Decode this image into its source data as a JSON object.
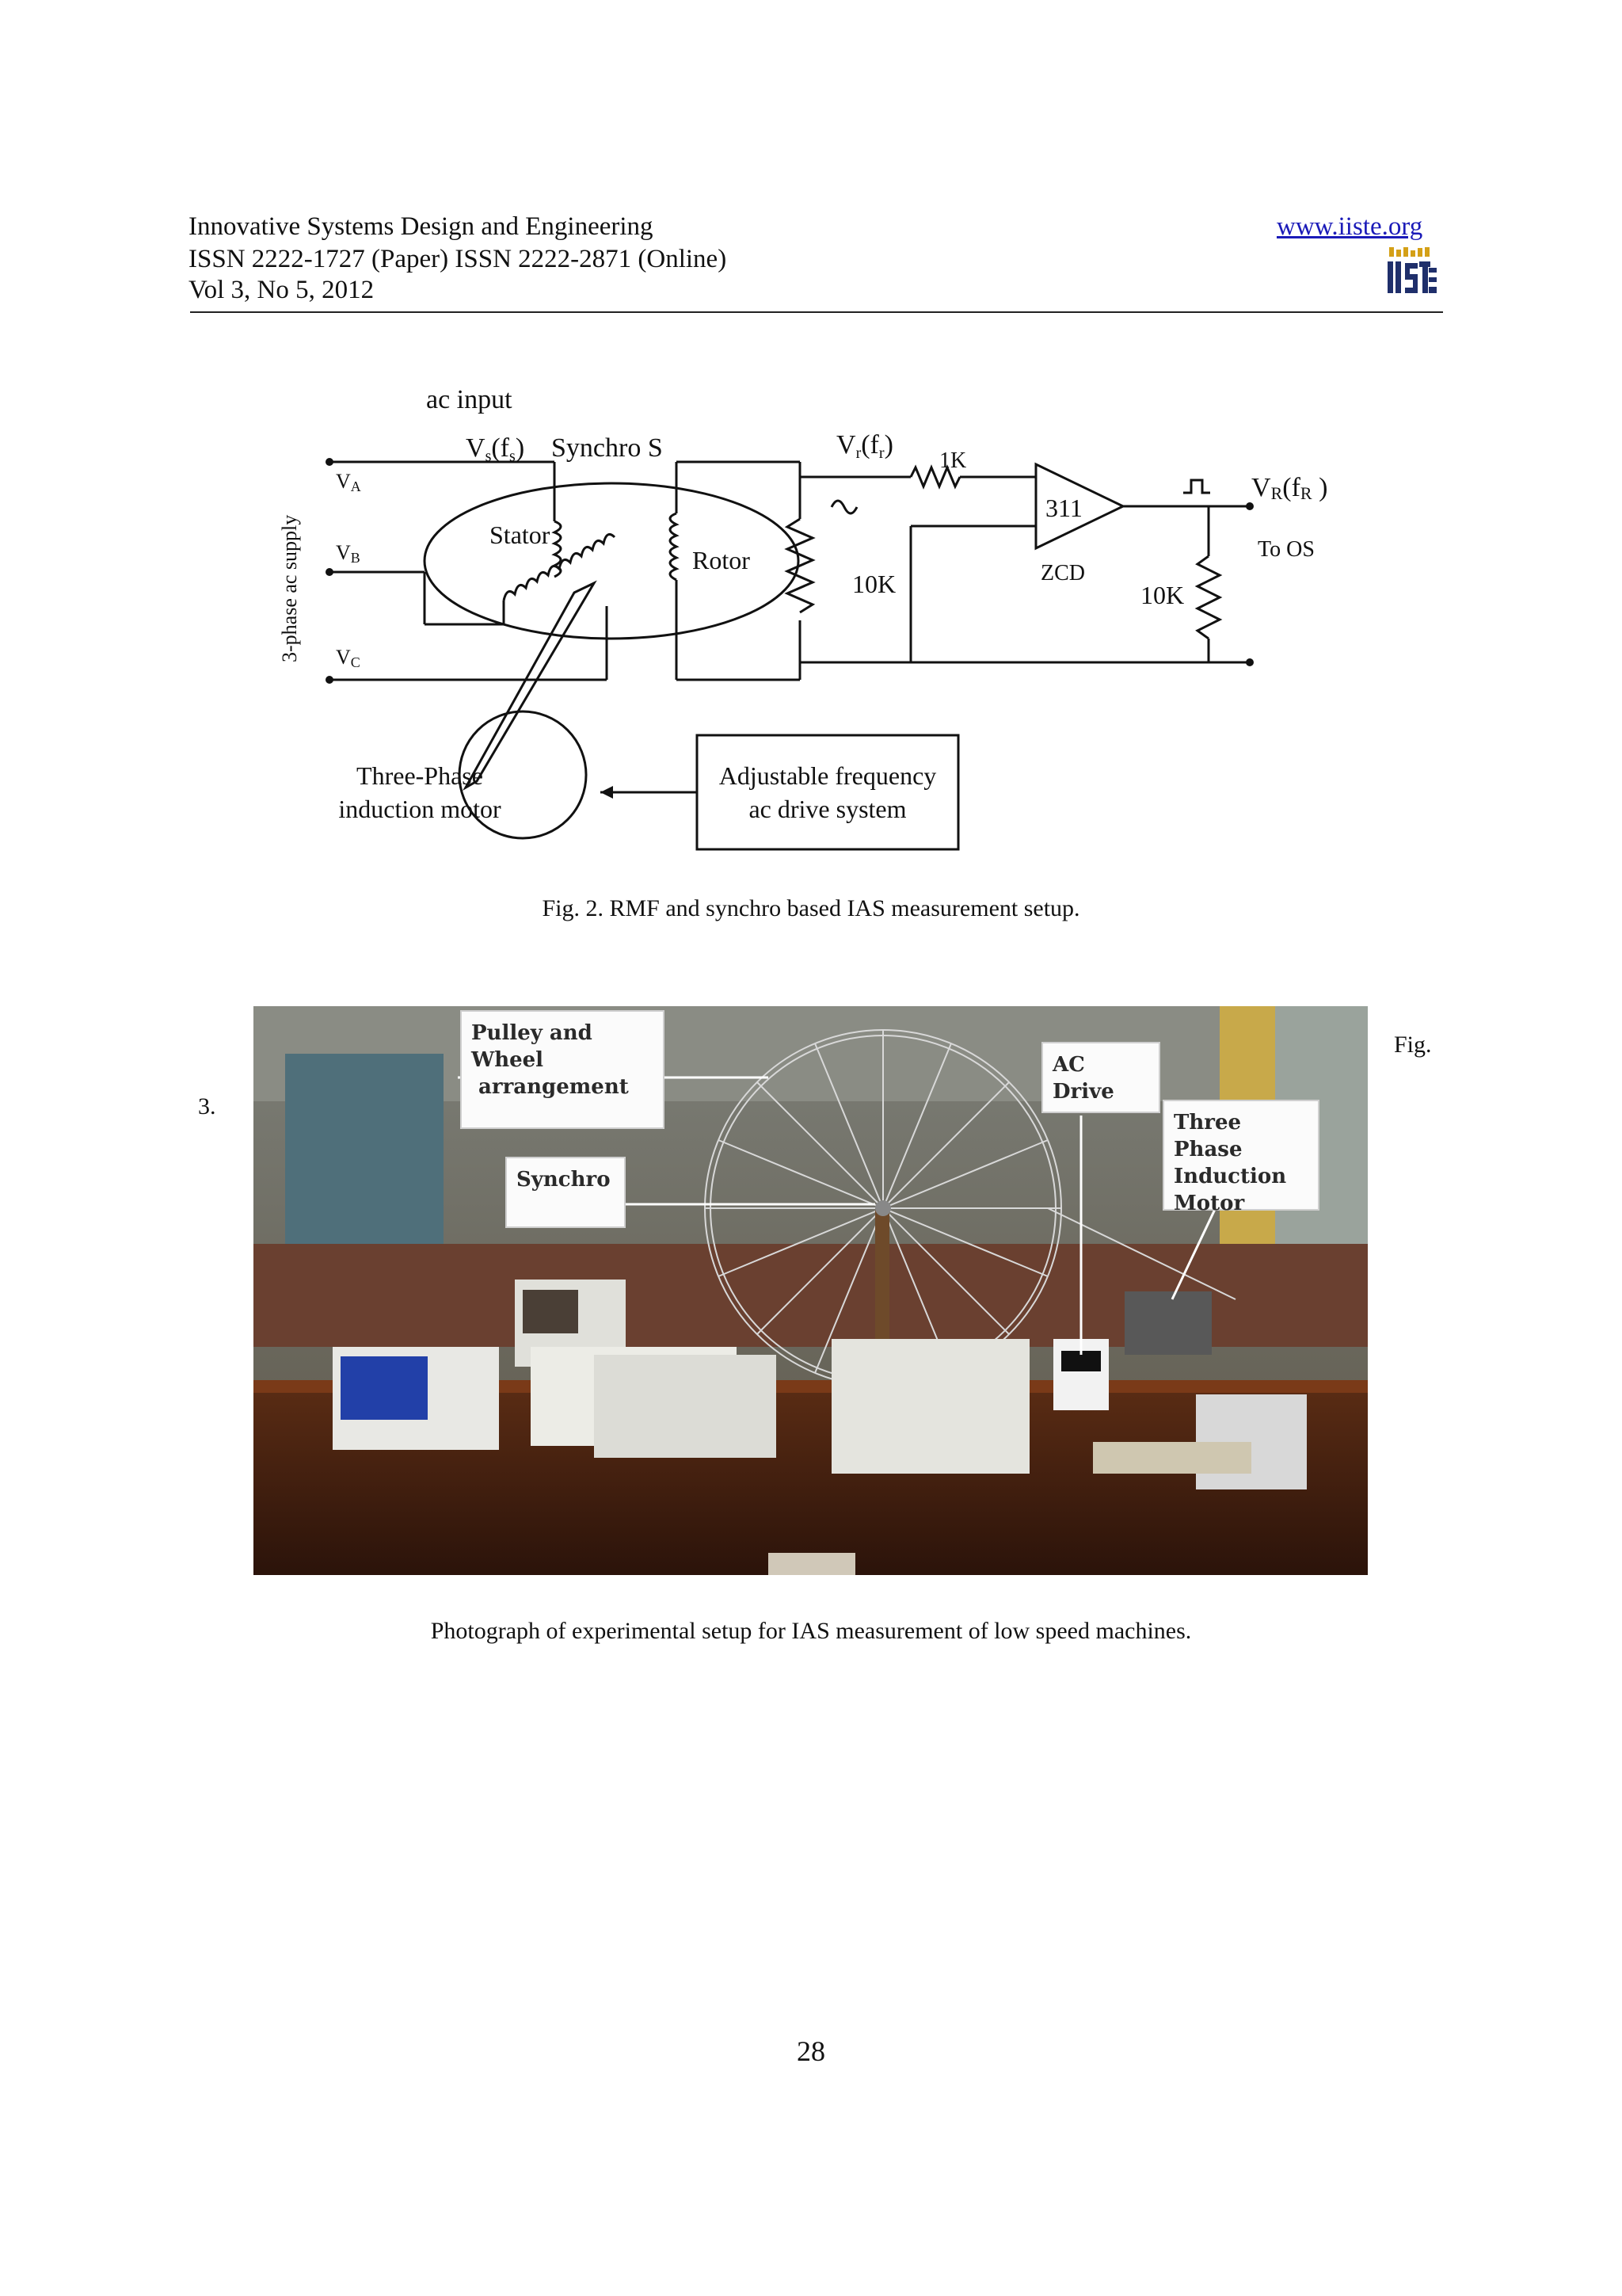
{
  "header": {
    "journal": "Innovative Systems Design and Engineering",
    "issn": "ISSN 2222-1727 (Paper) ISSN 2222-2871 (Online)",
    "volume": "Vol 3, No 5, 2012",
    "url": "www.iiste.org",
    "logo_text": "IISTE"
  },
  "figure2": {
    "labels": {
      "ac_input": "ac input",
      "synchro": "Synchro S",
      "vs": "V",
      "vs_sub": "s",
      "fs": "(f",
      "fs_sub": "s",
      "fs_close": ")",
      "vr": "V",
      "vr_sub": "r",
      "fr": "(f",
      "fr_sub": "r",
      "fr_close": ")",
      "r1": "1K",
      "opamp": "311",
      "zcd": "ZCD",
      "vR": "V",
      "vR_sub": "R",
      "fR": "(f",
      "fR_sub": "R",
      "fR_close": " )",
      "to_os": "To OS",
      "stator": "Stator",
      "rotor": "Rotor",
      "r2": "10K",
      "r3": "10K",
      "supply": "3-phase ac supply",
      "va": "V",
      "va_sub": "A",
      "vb": "V",
      "vb_sub": "B",
      "vc": "V",
      "vc_sub": "C",
      "motor_line1": "Three-Phase",
      "motor_line2": "induction motor",
      "drive_line1": "Adjustable frequency",
      "drive_line2": "ac drive system"
    },
    "caption": "Fig. 2. RMF and synchro based IAS measurement setup."
  },
  "figure3": {
    "label_fig": "Fig.",
    "label_num": "3.",
    "callouts": {
      "pulley_line1": "Pulley and Wheel",
      "pulley_line2": " arrangement",
      "synchro": "Synchro",
      "ac_drive": "AC Drive",
      "motor_line1": "Three Phase",
      "motor_line2": "Induction",
      "motor_line3": "Motor"
    },
    "caption": "Photograph of experimental setup for IAS measurement of low speed machines."
  },
  "page_number": "28"
}
